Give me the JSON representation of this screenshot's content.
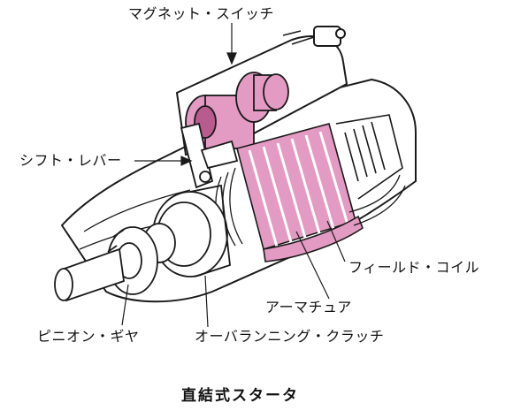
{
  "labels": {
    "magnetic_switch": "マグネット・スイッチ",
    "shift_lever": "シフト・レバー",
    "field_coil": "フィールド・コイル",
    "armature": "アーマチュア",
    "pinion_gear": "ピニオン・ギヤ",
    "overrunning_clutch": "オーバランニング・クラッチ"
  },
  "caption": "直結式スタータ",
  "colors": {
    "highlight": "#e39ac3",
    "highlight_dark": "#b85c8f",
    "ink": "#1a1a1a"
  }
}
